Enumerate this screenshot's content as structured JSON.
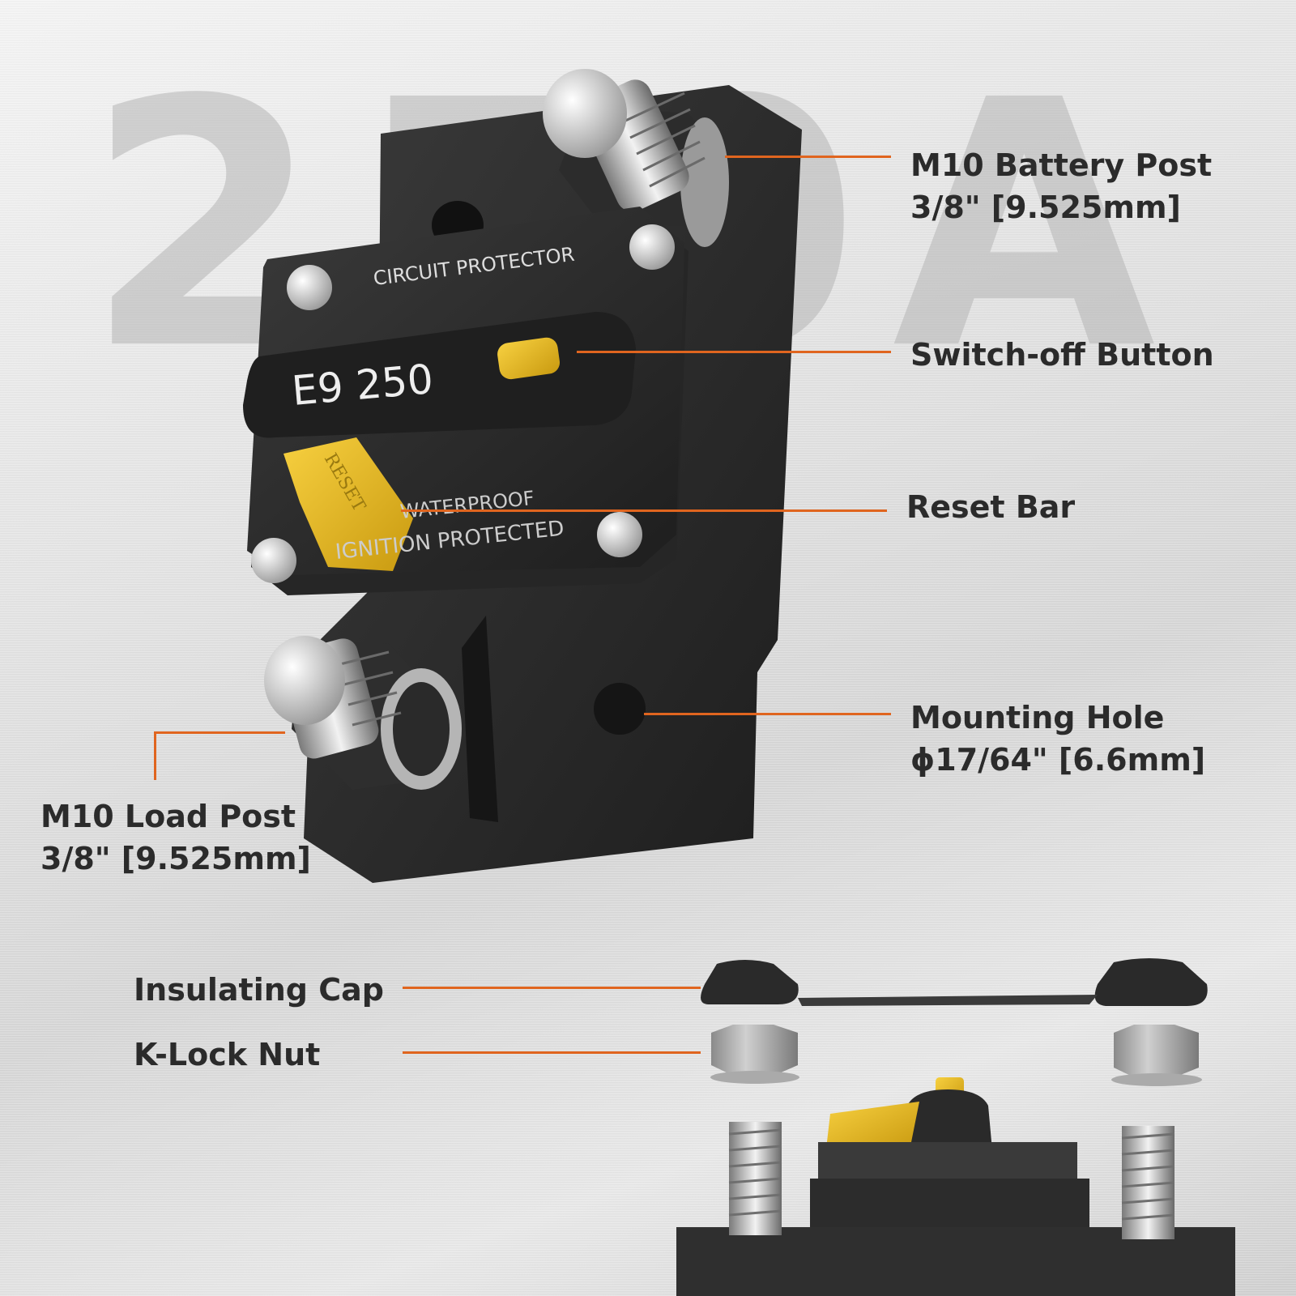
{
  "watermark": "250A",
  "product": {
    "top_text": "CIRCUIT PROTECTOR",
    "rating_text": "E9  250",
    "bottom_text_1": "WATERPROOF",
    "bottom_text_2": "IGNITION PROTECTED",
    "reset_text": "RESET"
  },
  "callouts": {
    "battery_post": {
      "line1": "M10 Battery Post",
      "line2": "3/8\" [9.525mm]"
    },
    "switch_off": {
      "line1": "Switch-off Button"
    },
    "reset_bar": {
      "line1": "Reset Bar"
    },
    "mounting_hole": {
      "line1": "Mounting Hole",
      "line2": "ϕ17/64\" [6.6mm]"
    },
    "load_post": {
      "line1": "M10 Load Post",
      "line2": "3/8\" [9.525mm]"
    },
    "insulating_cap": {
      "line1": "Insulating Cap"
    },
    "k_lock_nut": {
      "line1": "K-Lock Nut"
    }
  },
  "colors": {
    "accent": "#e0651f",
    "yellow": "#f0c020",
    "body": "#2a2a2a"
  }
}
